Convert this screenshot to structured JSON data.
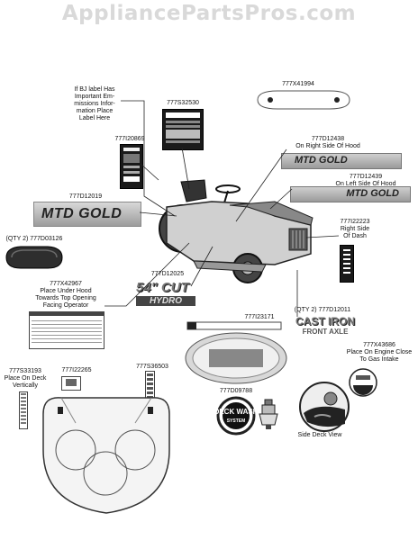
{
  "watermark": "AppliancePartsPros.com",
  "labels": {
    "p_bj_note": [
      "If BJ label Has",
      "Important Em-",
      "missions Infor-",
      "mation Place",
      "Label Here"
    ],
    "p_777s32530": "777S32530",
    "p_777x41994": "777X41994",
    "p_777i20869": "777I20869",
    "p_777d12438": [
      "777D12438",
      "On Right Side Of Hood"
    ],
    "p_777d12439": [
      "777D12439",
      "On Left Side Of Hood"
    ],
    "p_777d12019": "777D12019",
    "p_777i22223": [
      "777I22223",
      "Right Side",
      "Of Dash"
    ],
    "p_777d03126": "(QTY 2) 777D03126",
    "p_777d12025": "777D12025",
    "p_777x42967": [
      "777X42967",
      "Place Under Hood",
      "Towards Top Opening",
      "Facing Operator"
    ],
    "p_777i23171": "777I23171",
    "p_777d12011": "(QTY 2) 777D12011",
    "p_777x43686": [
      "777X43686",
      "Place On Engine Close",
      "To Gas Intake"
    ],
    "p_777s33193": [
      "777S33193",
      "Place On Deck",
      "Vertically"
    ],
    "p_777i22265": "777I22265",
    "p_777s36503": "777S36503",
    "p_777d09788": "777D09788",
    "side_deck_view": "Side Deck View"
  },
  "decal_text": {
    "mtd_gold": "MTD GOLD",
    "cut_54": "54\" CUT",
    "hydro": "HYDRO",
    "cast_iron": "CAST IRON",
    "front_axle": "FRONT AXLE",
    "deck_wash": "DECK WASH",
    "system": "SYSTEM"
  }
}
